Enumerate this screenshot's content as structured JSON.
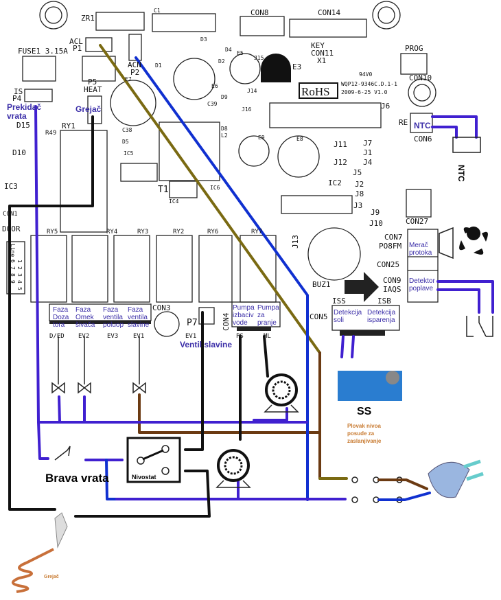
{
  "pcb": {
    "zr1": "ZR1",
    "c1": "C1",
    "con8": "CON8",
    "con14": "CON14",
    "fuse": "FUSE1 3.15A",
    "acl": "ACL",
    "p1": "P1",
    "d1": "D1",
    "d2": "D2",
    "d3": "D3",
    "d4": "D4",
    "e5": "E5",
    "j15": "J15",
    "e3": "E3",
    "key": "KEY",
    "con11": "CON11",
    "x1": "X1",
    "ul": "94V0",
    "prog": "PROG",
    "con10": "CON10",
    "rohs": "RoHS",
    "model": "WQP12-9346C.D.1-1",
    "date": "2009-6-25 V1.0",
    "acn": "ACN",
    "p2": "P2",
    "e7": "E7",
    "e6": "E6",
    "is": "IS",
    "p4": "P4",
    "p5": "P5",
    "heat": "HEAT",
    "d9": "D9",
    "c39": "C39",
    "j14": "J14",
    "j16": "J16",
    "j6": "J6",
    "re": "RE",
    "con6": "CON6",
    "d15": "D15",
    "r49": "R49",
    "ry1": "RY1",
    "c38": "C38",
    "d5": "D5",
    "d8": "D8",
    "l2": "L2",
    "e9": "E9",
    "e8": "E8",
    "j11": "J11",
    "j7": "J7",
    "j1": "J1",
    "j4": "J4",
    "j12": "J12",
    "j5": "J5",
    "ic5": "IC5",
    "d10": "D10",
    "ic2": "IC2",
    "j2": "J2",
    "j8": "J8",
    "j3": "J3",
    "ic3": "IC3",
    "t1": "T1",
    "ic6": "IC6",
    "ic4": "IC4",
    "j9": "J9",
    "j10": "J10",
    "con27": "CON27",
    "con1": "CON1",
    "door": "DOOR",
    "ry5": "RY5",
    "ry4": "RY4",
    "ry3": "RY3",
    "ry2": "RY2",
    "ry6": "RY6",
    "ry7": "RY7",
    "j13": "J13",
    "con7": "CON7",
    "po8fm": "PO8FM",
    "con25": "CON25",
    "con9": "CON9",
    "iaqs": "IAQS",
    "buz1": "BUZ1",
    "con3": "CON3",
    "p7": "P7",
    "con4": "CON4",
    "iss": "ISS",
    "isb": "ISB",
    "con5": "CON5",
    "ded": "D/ED",
    "ev2": "EV2",
    "ev3": "EV3",
    "ev1": "EV1",
    "ev1b": "EV1",
    "ps": "PS",
    "ml": "ML",
    "line_table": {
      "head": "Line",
      "top": [
        "1",
        "2",
        "3",
        "4",
        "5"
      ],
      "bottom": [
        "6",
        "7",
        "8",
        "9"
      ]
    }
  },
  "labels": {
    "prekidac": [
      "Prekidač",
      "vrata"
    ],
    "grejac_top": "Grejač",
    "ntc_con": "NTC",
    "merac": [
      "Merač",
      "protoka"
    ],
    "detektor": [
      "Detektor",
      "poplave"
    ],
    "faza_doza": [
      "Faza",
      "Doza",
      "tora"
    ],
    "faza_omek": [
      "Faza",
      "Omek",
      "šivača"
    ],
    "faza_poluop": [
      "Faza",
      "ventila",
      "poluop"
    ],
    "faza_slavine": [
      "Faza",
      "ventila",
      "slavine"
    ],
    "pumpa_izbac": [
      "Pumpa",
      "izbaciv",
      "vode"
    ],
    "pumpa_pranje": [
      "Pumpa",
      "za",
      "pranje"
    ],
    "det_soli": [
      "Detekcija",
      "soli"
    ],
    "det_isp": [
      "Detekcija",
      "isparenja"
    ],
    "ventil_slavine": "Ventil slavine",
    "ntc": "NTC",
    "ss": "SS",
    "plovak": [
      "Plovak nivoa",
      "posude za",
      "zaslanjivanje"
    ],
    "nivostat": "Nivostat",
    "brava": "Brava vrata",
    "grejac": "Grejač"
  },
  "wire_colors": {
    "phase": "#7a6a12",
    "neutral": "#1030d0",
    "purple": "#4020d0",
    "black": "#111111",
    "brown": "#6b3a12"
  }
}
